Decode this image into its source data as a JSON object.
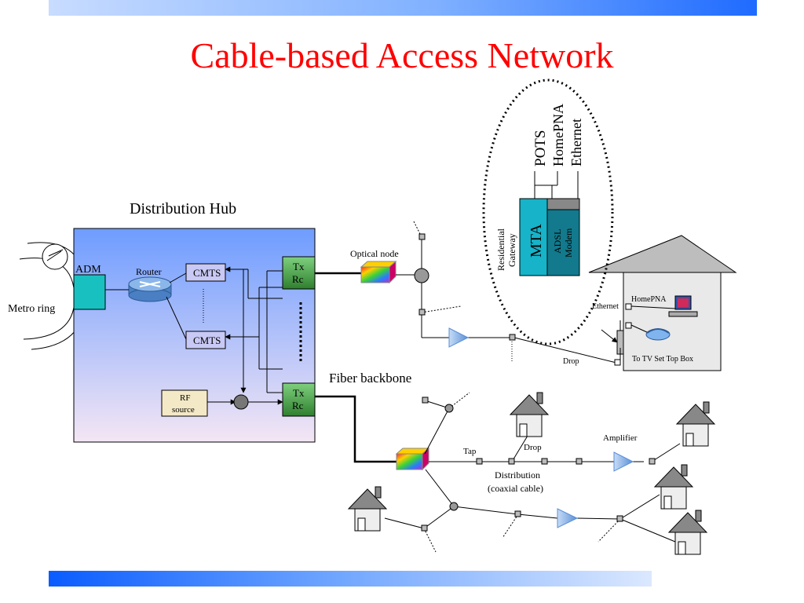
{
  "title": "Cable-based Access Network",
  "labels": {
    "distribution_hub": "Distribution Hub",
    "metro_ring": "Metro ring",
    "adm": "ADM",
    "router": "Router",
    "cmts_top": "CMTS",
    "cmts_bottom": "CMTS",
    "rf_source_line1": "RF",
    "rf_source_line2": "source",
    "txrc_top_line1": "Tx",
    "txrc_top_line2": "Rc",
    "txrc_bottom_line1": "Tx",
    "txrc_bottom_line2": "Rc",
    "optical_node": "Optical node",
    "fiber_backbone": "Fiber backbone",
    "drop_upper": "Drop",
    "drop_lower": "Drop",
    "tap": "Tap",
    "amplifier": "Amplifier",
    "distribution_line1": "Distribution",
    "distribution_line2": "(coaxial cable)",
    "ethernet_house": "Ethernet",
    "homepna_house": "HomePNA",
    "to_tv": "To TV Set Top Box",
    "pots": "POTS",
    "homepna_vertical": "HomePNA",
    "ethernet_vertical": "Ethernet",
    "mta": "MTA",
    "adsl_line1": "ADSL",
    "adsl_line2": "Modem",
    "residential_line1": "Residential",
    "residential_line2": "Gateway"
  },
  "colors": {
    "title": "#ff0000",
    "hub_top": "#6e9cff",
    "hub_bottom": "#f4e6f4",
    "cmts_fill": "#c9c9f5",
    "txrc_fill": "#3f9a3f",
    "adm_fill": "#19c0c0",
    "rf_fill": "#f4e9c6",
    "mta_fill": "#16b3c9",
    "adsl_fill": "#127a8c",
    "house_fill": "#e9e9e9",
    "amp_fill": "#8fb6e8"
  }
}
